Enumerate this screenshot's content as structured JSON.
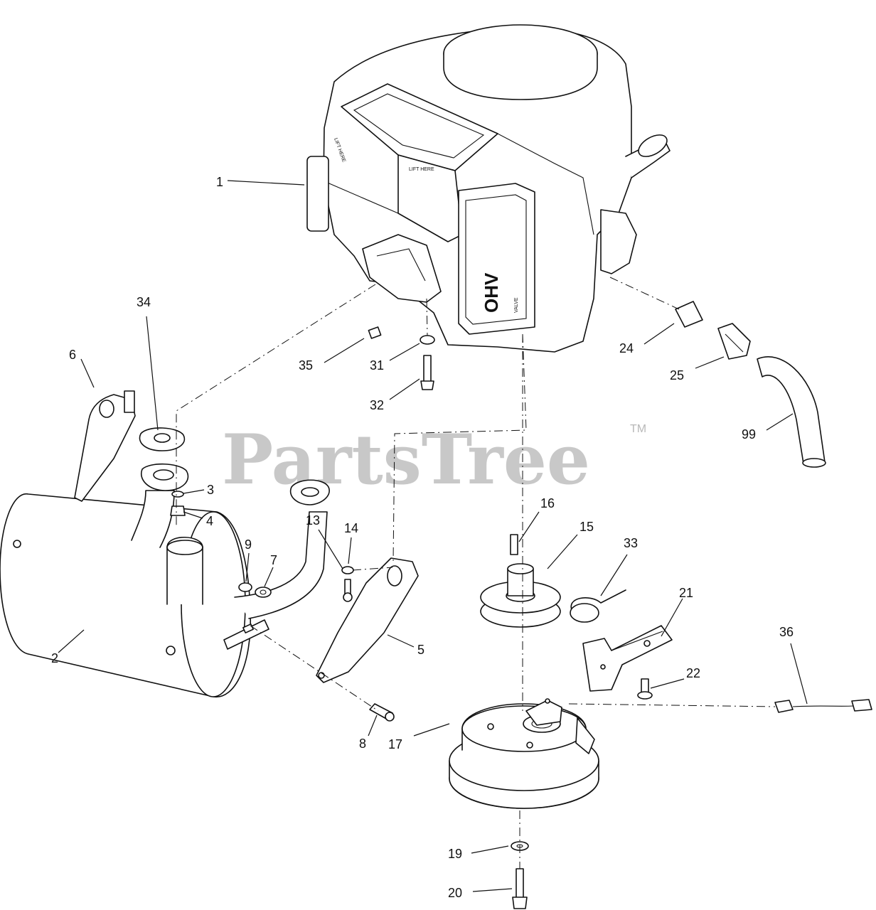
{
  "watermark": {
    "brand": "PartsTree",
    "mark": "TM"
  },
  "engine_labels": {
    "lift_here_1": "LIFT HERE",
    "lift_here_2": "LIFT HERE",
    "ohv": "OHV",
    "valve": "VALVE"
  },
  "callouts": {
    "c1": "1",
    "c2": "2",
    "c3": "3",
    "c4": "4",
    "c5": "5",
    "c6": "6",
    "c7": "7",
    "c8": "8",
    "c9": "9",
    "c13": "13",
    "c14": "14",
    "c15": "15",
    "c16": "16",
    "c17": "17",
    "c19": "19",
    "c20": "20",
    "c21": "21",
    "c22": "22",
    "c24": "24",
    "c25": "25",
    "c31": "31",
    "c32": "32",
    "c33": "33",
    "c34": "34",
    "c35": "35",
    "c36": "36",
    "c99": "99"
  }
}
